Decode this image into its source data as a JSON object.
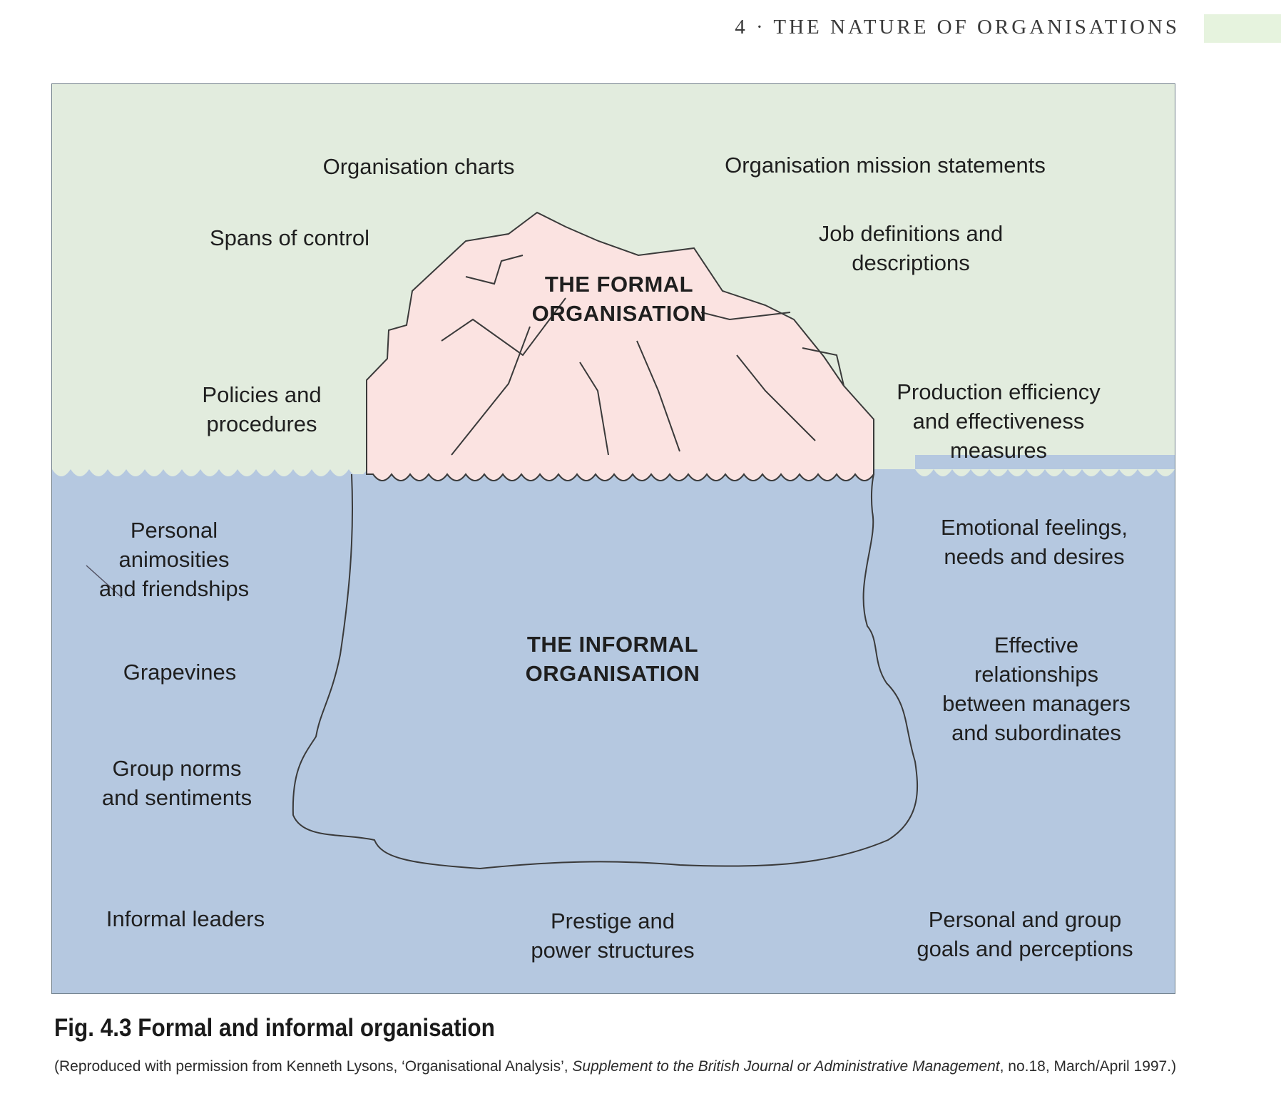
{
  "running_head": "4 · THE NATURE OF ORGANISATIONS",
  "diagram": {
    "formal_title": "THE FORMAL\nORGANISATION",
    "informal_title": "THE INFORMAL\nORGANISATION",
    "above_water": {
      "organisation_charts": "Organisation charts",
      "mission_statements": "Organisation mission statements",
      "spans_of_control": "Spans of control",
      "job_definitions": "Job definitions and\ndescriptions",
      "policies": "Policies and\nprocedures",
      "production_efficiency": "Production efficiency\nand effectiveness\nmeasures"
    },
    "below_water": {
      "personal_animosities": "Personal\nanimosities\nand friendships",
      "emotional_feelings": "Emotional feelings,\nneeds and desires",
      "grapevines": "Grapevines",
      "effective_relationships": "Effective\nrelationships\nbetween managers\nand subordinates",
      "group_norms": "Group norms\nand sentiments",
      "informal_leaders": "Informal leaders",
      "prestige": "Prestige and\npower structures",
      "personal_goals": "Personal and group\ngoals and perceptions"
    },
    "colors": {
      "sky": "#e2ecde",
      "water": "#b5c8e0",
      "ice_tip": "#fbe3e1",
      "outline": "#3a3a3a"
    }
  },
  "caption": {
    "title": "Fig. 4.3 Formal and informal organisation",
    "note_before": "(Reproduced with permission from Kenneth Lysons, ‘Organisational Analysis’, ",
    "note_italic": "Supplement to the British Journal or Administrative Management",
    "note_after": ", no.18, March/April 1997.)"
  }
}
